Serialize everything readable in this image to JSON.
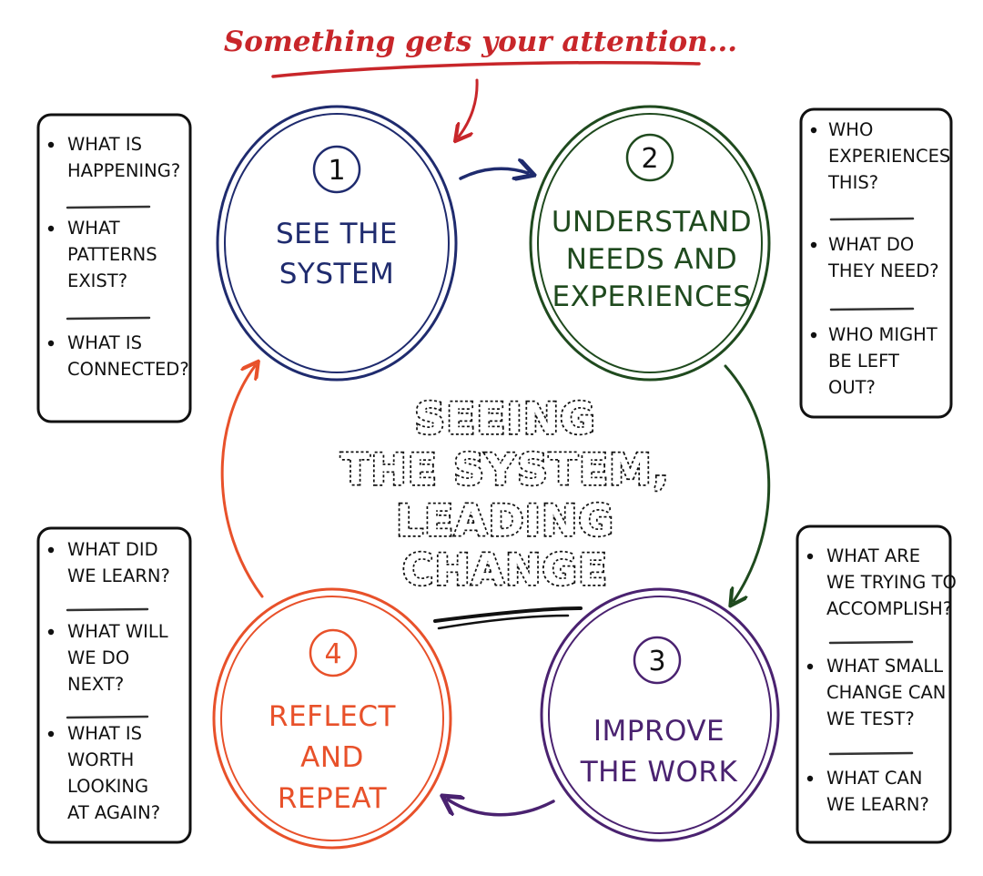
{
  "tagline": "Something gets your attention...",
  "center_title": [
    "SEEING",
    "THE SYSTEM,",
    "LEADING",
    "CHANGE"
  ],
  "colors": {
    "red": "#c8262a",
    "blue": "#1f2b6e",
    "green": "#1f4a1e",
    "purple": "#4a2270",
    "orange": "#e8512a",
    "ink": "#111111"
  },
  "stages": [
    {
      "number": "1",
      "title": [
        "SEE THE",
        "SYSTEM"
      ]
    },
    {
      "number": "2",
      "title": [
        "UNDERSTAND",
        "NEEDS AND",
        "EXPERIENCES"
      ]
    },
    {
      "number": "3",
      "title": [
        "IMPROVE",
        "THE WORK"
      ]
    },
    {
      "number": "4",
      "title": [
        "REFLECT",
        "AND",
        "REPEAT"
      ]
    }
  ],
  "question_boxes": [
    {
      "items": [
        [
          "WHAT IS",
          "HAPPENING?"
        ],
        [
          "WHAT",
          "PATTERNS",
          "EXIST?"
        ],
        [
          "WHAT IS",
          "CONNECTED?"
        ]
      ]
    },
    {
      "items": [
        [
          "WHO",
          "EXPERIENCES",
          "THIS?"
        ],
        [
          "WHAT DO",
          "THEY NEED?"
        ],
        [
          "WHO MIGHT",
          "BE LEFT",
          "OUT?"
        ]
      ]
    },
    {
      "items": [
        [
          "WHAT ARE",
          "WE TRYING TO",
          "ACCOMPLISH?"
        ],
        [
          "WHAT SMALL",
          "CHANGE CAN",
          "WE TEST?"
        ],
        [
          "WHAT CAN",
          "WE LEARN?"
        ]
      ]
    },
    {
      "items": [
        [
          "WHAT DID",
          "WE LEARN?"
        ],
        [
          "WHAT WILL",
          "WE DO",
          "NEXT?"
        ],
        [
          "WHAT IS",
          "WORTH",
          "LOOKING",
          "AT AGAIN?"
        ]
      ]
    }
  ]
}
